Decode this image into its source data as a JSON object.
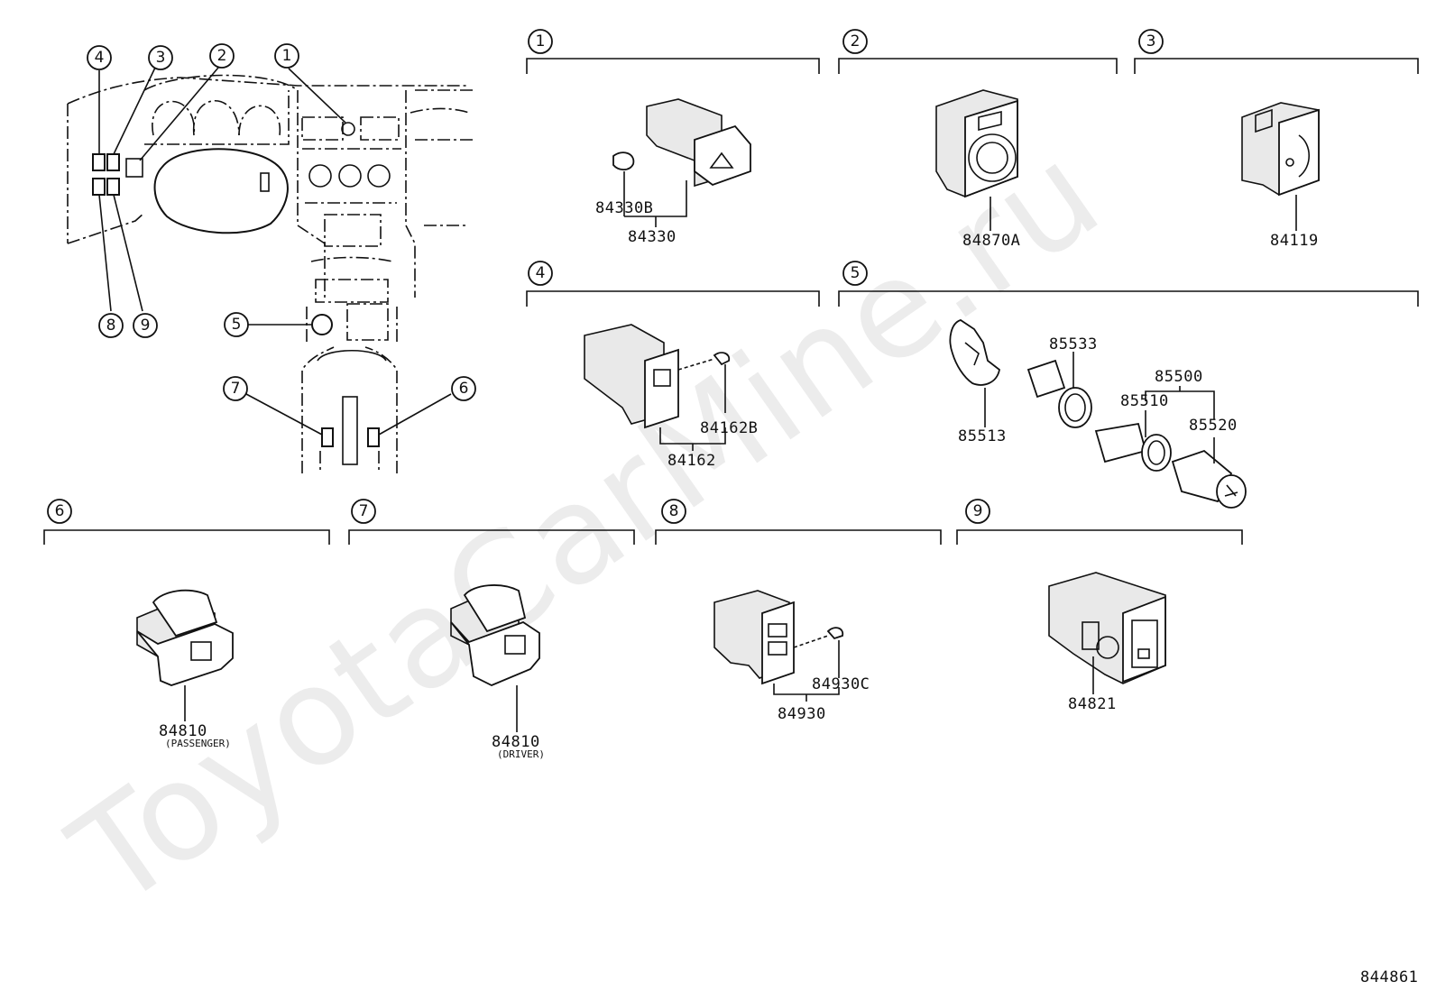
{
  "watermark": "ToyotaCarMine.ru",
  "figure_id": "844861",
  "overview_callouts": [
    "4",
    "3",
    "2",
    "1",
    "8",
    "9",
    "5",
    "7",
    "6"
  ],
  "sections": [
    {
      "num": "1",
      "parts": [
        "84330B",
        "84330"
      ]
    },
    {
      "num": "2",
      "parts": [
        "84870A"
      ]
    },
    {
      "num": "3",
      "parts": [
        "84119"
      ]
    },
    {
      "num": "4",
      "parts": [
        "84162B",
        "84162"
      ]
    },
    {
      "num": "5",
      "parts": [
        "85533",
        "85500",
        "85510",
        "85520",
        "85513"
      ]
    },
    {
      "num": "6",
      "parts": [
        "84810"
      ],
      "note": "(PASSENGER)"
    },
    {
      "num": "7",
      "parts": [
        "84810"
      ],
      "note": "(DRIVER)"
    },
    {
      "num": "8",
      "parts": [
        "84930C",
        "84930"
      ]
    },
    {
      "num": "9",
      "parts": [
        "84821"
      ]
    }
  ]
}
